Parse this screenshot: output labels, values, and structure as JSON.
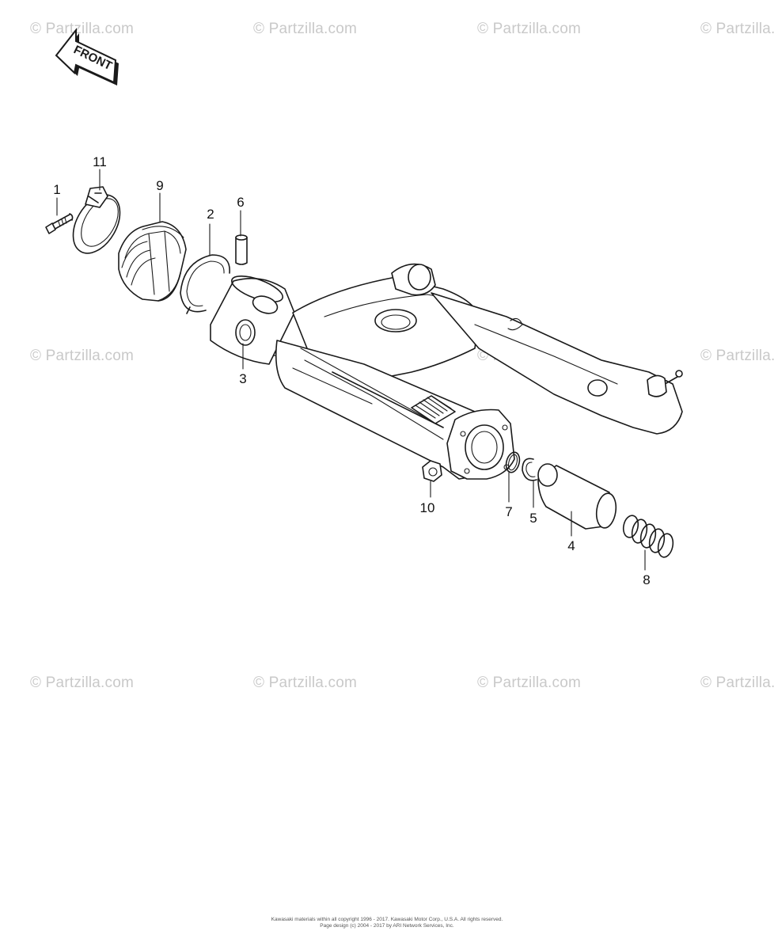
{
  "watermark": "© Partzilla.com",
  "front_label": "FRONT",
  "callouts": [
    "1",
    "2",
    "3",
    "4",
    "5",
    "6",
    "7",
    "8",
    "9",
    "10",
    "11"
  ],
  "footer": {
    "line1": "Kawasaki materials within all copyright 1996 - 2017. Kawasaki Motor Corp., U.S.A. All rights reserved.",
    "line2": "Page design (c) 2004 - 2017 by ARI Network Services, Inc."
  }
}
